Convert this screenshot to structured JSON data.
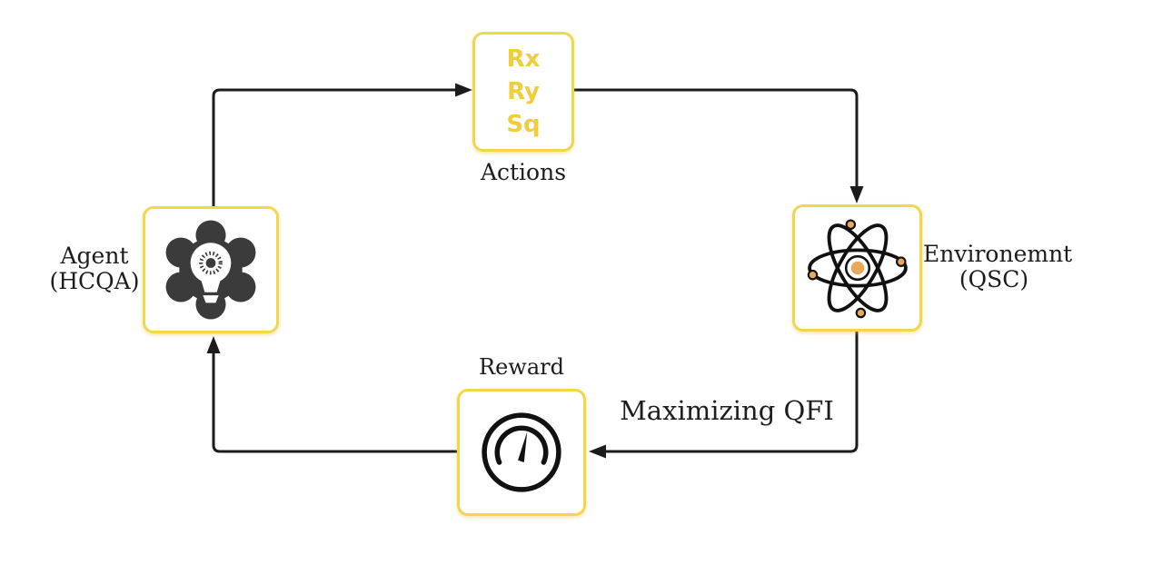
{
  "diagram": {
    "nodes": {
      "actions": {
        "box_lines": [
          "Rx",
          "Ry",
          "Sq"
        ],
        "caption": "Actions"
      },
      "agent": {
        "caption_line1": "Agent",
        "caption_line2": "(HCQA)",
        "icon": "gear-lightbulb-icon"
      },
      "environment": {
        "caption_line1": "Environemnt",
        "caption_line2": "(QSC)",
        "icon": "atom-icon"
      },
      "reward": {
        "caption": "Reward",
        "icon": "gauge-icon"
      }
    },
    "edge_labels": {
      "environment_to_reward": "Maximizing QFI"
    },
    "colors": {
      "box_border": "#F2D64B",
      "actions_text": "#EFCE3C",
      "arrow": "#1C1C1C",
      "gear_fill": "#3B3B3B",
      "icon_stroke": "#111111",
      "nucleus_fill": "#E9A95D",
      "background": "#FFFFFF"
    }
  }
}
